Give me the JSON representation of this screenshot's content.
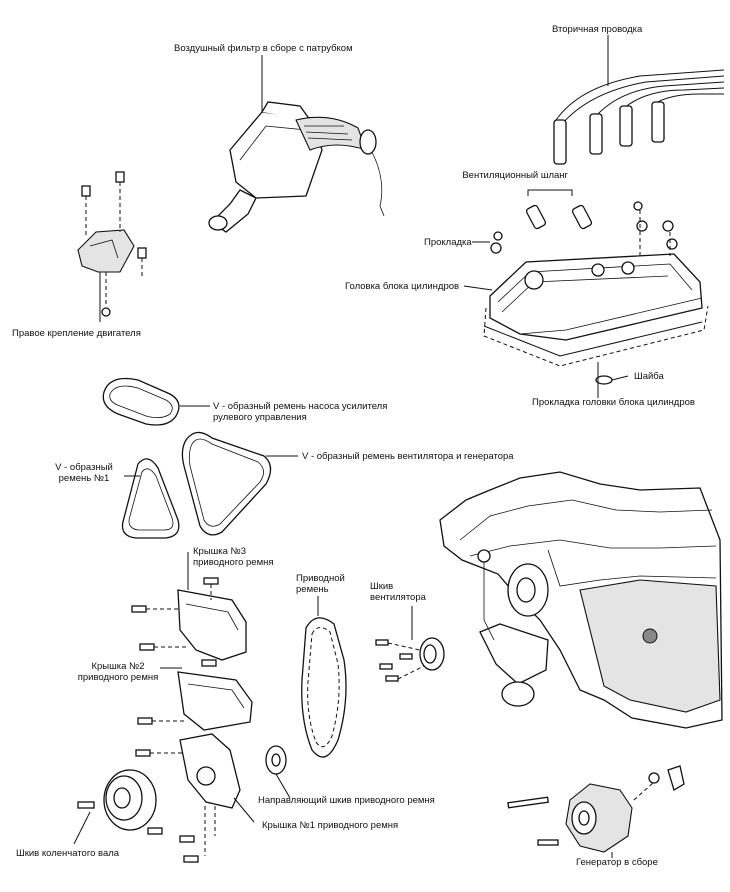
{
  "labels": {
    "air_filter": "Воздушный фильтр в сборе с патрубком",
    "secondary_wiring": "Вторичная проводка",
    "vent_hose": "Вентиляционный шланг",
    "gasket": "Прокладка",
    "cylinder_head": "Головка блока цилиндров",
    "washer": "Шайба",
    "head_gasket": "Прокладка головки блока цилиндров",
    "right_mount": "Правое крепление двигателя",
    "ps_belt": "V - образный ремень насоса усилителя рулевого управления",
    "fan_alt_belt": "V - образный ремень вентилятора и генератора",
    "v_belt_1": "V - образный ремень №1",
    "cover_3": "Крышка №3 приводного ремня",
    "cover_2": "Крышка №2 приводного ремня",
    "timing_belt": "Приводной ремень",
    "fan_pulley": "Шкив вентилятора",
    "idler": "Направляющий шкив приводного ремня",
    "cover_1": "Крышка №1 приводного ремня",
    "crank_pulley": "Шкив коленчатого вала",
    "alternator": "Генератор в сборе"
  }
}
